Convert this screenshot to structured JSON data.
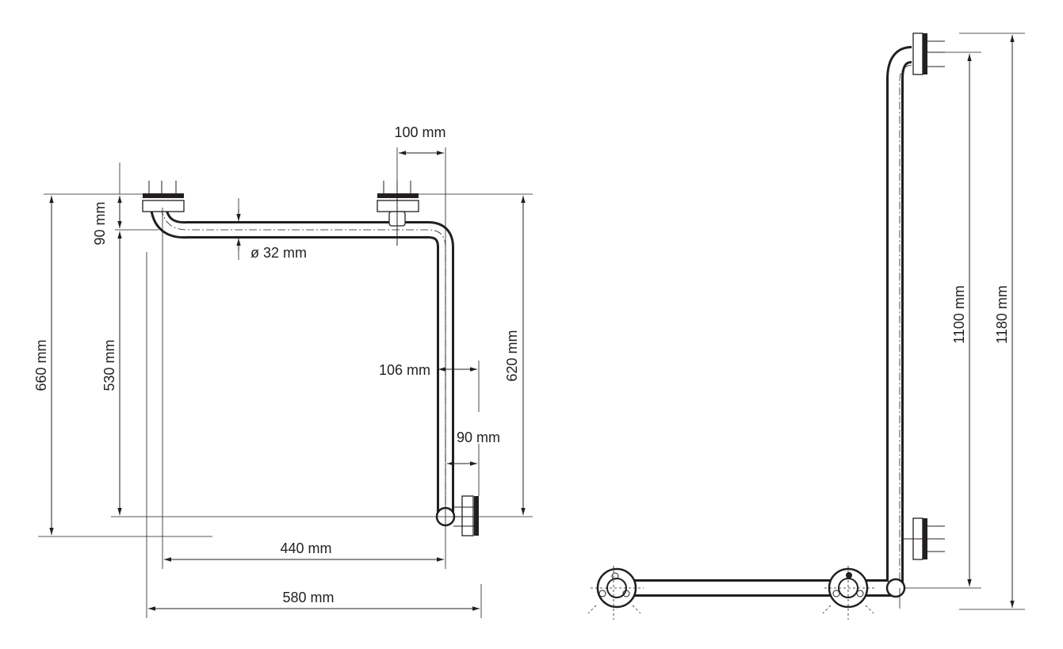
{
  "dimensions": {
    "d_660": "660 mm",
    "d_530": "530 mm",
    "d_90_top": "90 mm",
    "d_100": "100 mm",
    "d_dia": "ø 32 mm",
    "d_620": "620 mm",
    "d_106": "106 mm",
    "d_90_side": "90 mm",
    "d_440": "440 mm",
    "d_580": "580 mm",
    "d_1100": "1100 mm",
    "d_1180": "1180 mm"
  },
  "colors": {
    "ink": "#231f20",
    "background": "#ffffff"
  }
}
